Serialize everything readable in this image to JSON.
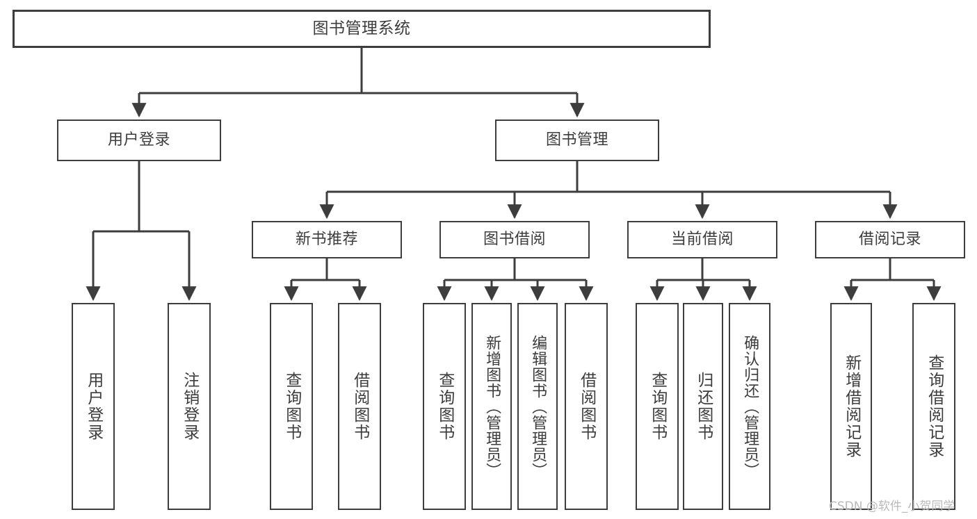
{
  "diagram": {
    "title": "图书管理系统",
    "type": "tree",
    "stroke_color": "#3d3d3d",
    "text_color": "#3c3c3c",
    "background_color": "#ffffff"
  },
  "root": {
    "label": "图书管理系统"
  },
  "level2": [
    {
      "label": "用户登录"
    },
    {
      "label": "图书管理"
    }
  ],
  "level3": [
    {
      "label": "新书推荐"
    },
    {
      "label": "图书借阅"
    },
    {
      "label": "当前借阅"
    },
    {
      "label": "借阅记录"
    }
  ],
  "leaves": [
    {
      "label": "用户登录",
      "parent": "用户登录"
    },
    {
      "label": "注销登录",
      "parent": "用户登录"
    },
    {
      "label": "查询图书",
      "parent": "新书推荐"
    },
    {
      "label": "借阅图书",
      "parent": "新书推荐"
    },
    {
      "label": "查询图书",
      "parent": "图书借阅"
    },
    {
      "label": "新增图书（管理员）",
      "parent": "图书借阅"
    },
    {
      "label": "编辑图书（管理员）",
      "parent": "图书借阅"
    },
    {
      "label": "借阅图书",
      "parent": "图书借阅"
    },
    {
      "label": "查询图书",
      "parent": "当前借阅"
    },
    {
      "label": "归还图书",
      "parent": "当前借阅"
    },
    {
      "label": "确认归还（管理员）",
      "parent": "当前借阅"
    },
    {
      "label": "新增借阅记录",
      "parent": "借阅记录"
    },
    {
      "label": "查询借阅记录",
      "parent": "借阅记录"
    }
  ],
  "watermark": {
    "text": "CSDN @软件_小贺同学"
  }
}
